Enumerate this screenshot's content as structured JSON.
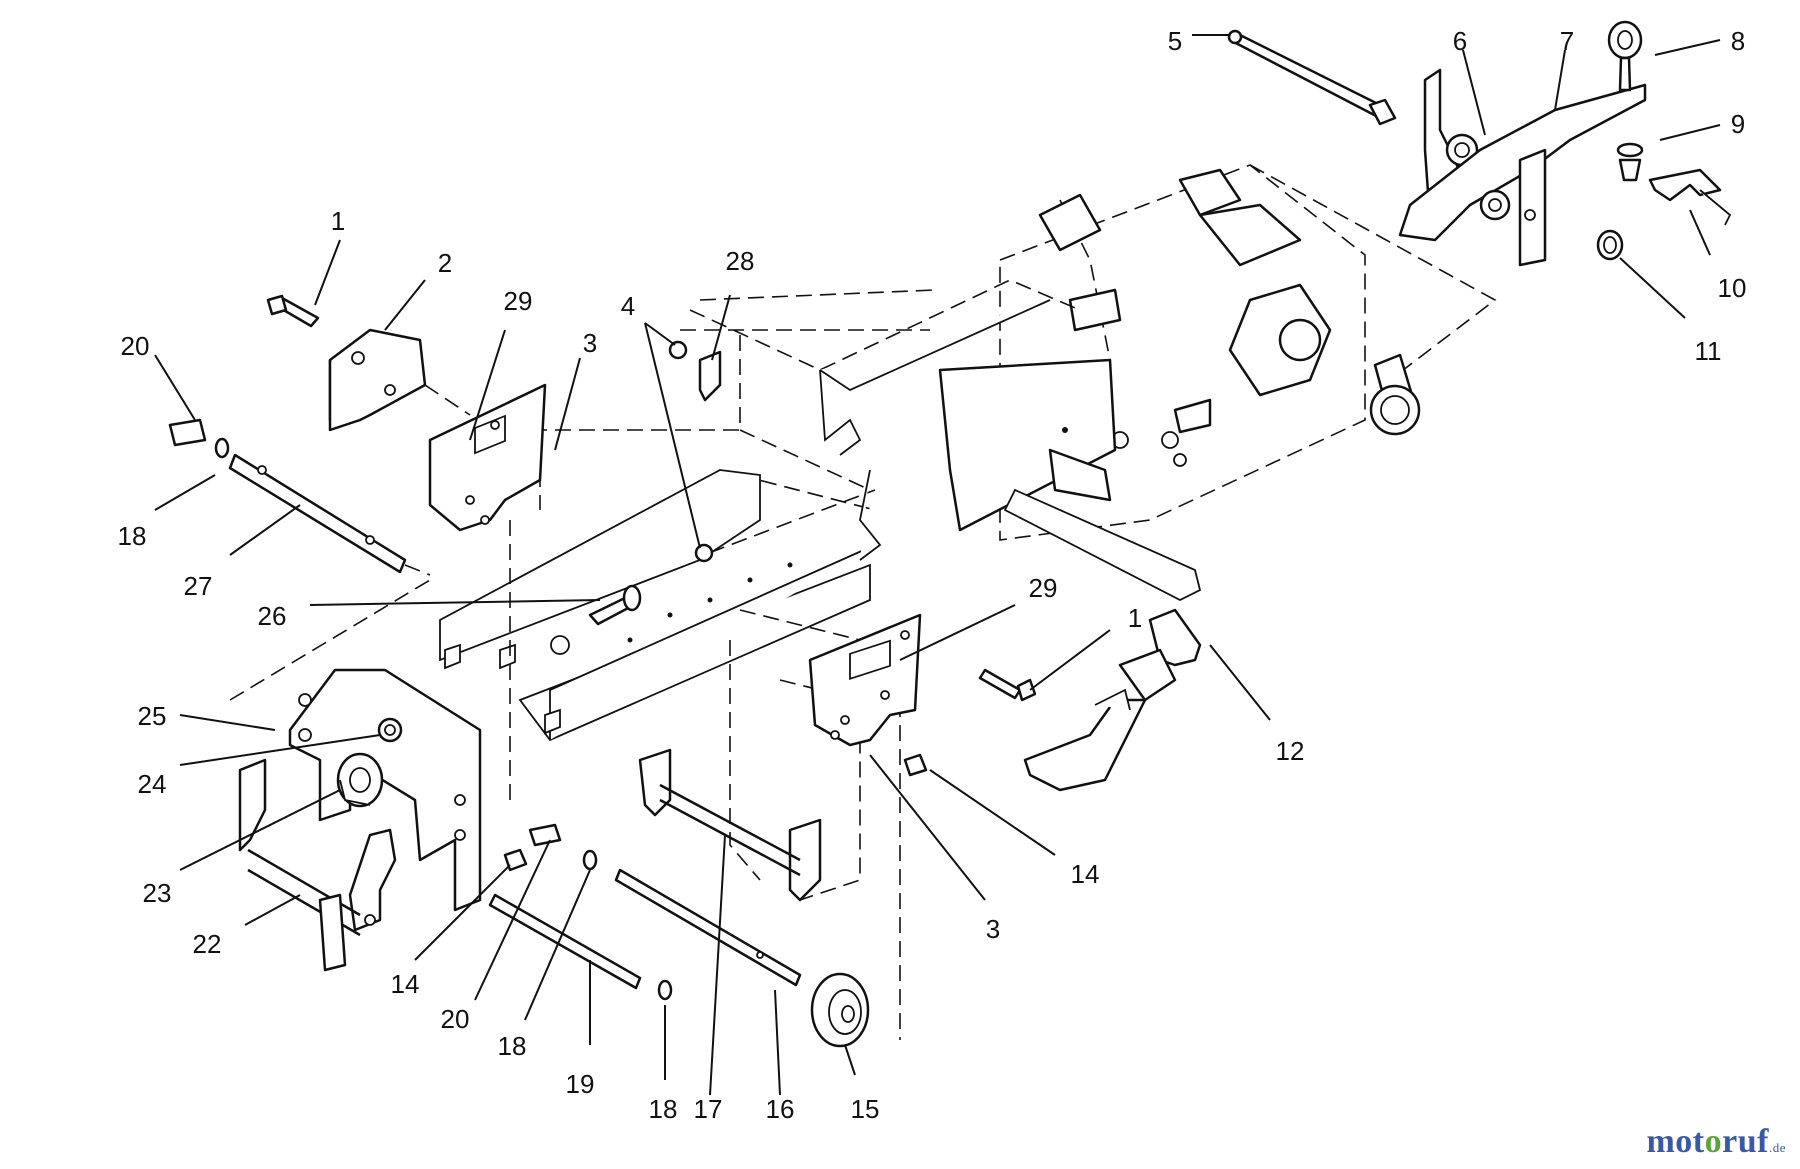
{
  "diagram": {
    "callouts": [
      {
        "id": "c1a",
        "text": "1"
      },
      {
        "id": "c2",
        "text": "2"
      },
      {
        "id": "c29a",
        "text": "29"
      },
      {
        "id": "c3a",
        "text": "3"
      },
      {
        "id": "c4",
        "text": "4"
      },
      {
        "id": "c28",
        "text": "28"
      },
      {
        "id": "c20a",
        "text": "20"
      },
      {
        "id": "c18a",
        "text": "18"
      },
      {
        "id": "c27",
        "text": "27"
      },
      {
        "id": "c26",
        "text": "26"
      },
      {
        "id": "c25",
        "text": "25"
      },
      {
        "id": "c24",
        "text": "24"
      },
      {
        "id": "c23",
        "text": "23"
      },
      {
        "id": "c22",
        "text": "22"
      },
      {
        "id": "c14a",
        "text": "14"
      },
      {
        "id": "c20b",
        "text": "20"
      },
      {
        "id": "c18b",
        "text": "18"
      },
      {
        "id": "c19",
        "text": "19"
      },
      {
        "id": "c18c",
        "text": "18"
      },
      {
        "id": "c17",
        "text": "17"
      },
      {
        "id": "c16",
        "text": "16"
      },
      {
        "id": "c15",
        "text": "15"
      },
      {
        "id": "c3b",
        "text": "3"
      },
      {
        "id": "c14b",
        "text": "14"
      },
      {
        "id": "c12",
        "text": "12"
      },
      {
        "id": "c29b",
        "text": "29"
      },
      {
        "id": "c1b",
        "text": "1"
      },
      {
        "id": "c5",
        "text": "5"
      },
      {
        "id": "c6",
        "text": "6"
      },
      {
        "id": "c7",
        "text": "7"
      },
      {
        "id": "c8",
        "text": "8"
      },
      {
        "id": "c9",
        "text": "9"
      },
      {
        "id": "c10",
        "text": "10"
      },
      {
        "id": "c11",
        "text": "11"
      }
    ]
  },
  "watermark": {
    "part1": "mot",
    "part2": "o",
    "part3": "ruf",
    "tld": ".de"
  },
  "colors": {
    "line": "#111111",
    "watermark_blue": "#3a58a8",
    "watermark_green": "#5aa638"
  }
}
